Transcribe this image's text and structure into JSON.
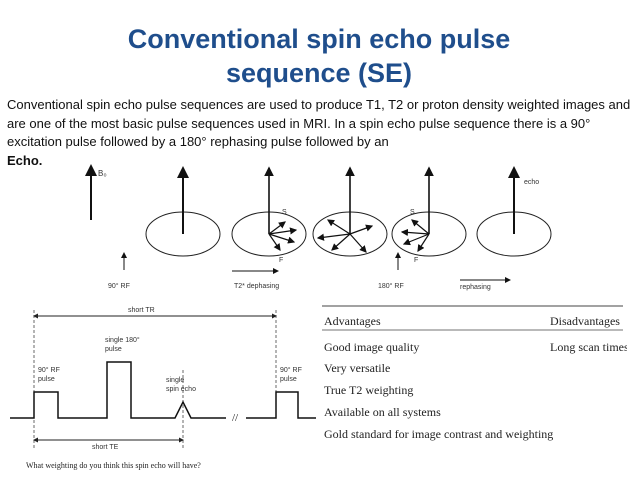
{
  "slide": {
    "title_line1": "Conventional spin echo pulse",
    "title_line2": "sequence (SE)",
    "paragraph": "Conventional spin echo pulse sequences are used to produce T1, T2 or proton density weighted images and are one of the most basic pulse sequences used in MRI. In a spin echo pulse sequence there is a 90° excitation pulse followed by a 180° rephasing pulse followed by an",
    "paragraph_end": "Echo."
  },
  "vector_diagram": {
    "b0": "B₀",
    "rf90": "90° RF",
    "dephasing": "T2* dephasing",
    "rf180": "180° RF",
    "rephasing": "rephasing",
    "echo": "echo",
    "s1": "S",
    "f1": "F",
    "s2": "S",
    "f2": "F"
  },
  "timing_diagram": {
    "short_tr": "short TR",
    "rf90_pulse_left": "90° RF\npulse",
    "rf180_pulse": "single 180°\npulse",
    "spin_echo": "single\nspin echo",
    "rf90_pulse_right": "90° RF\npulse",
    "break_mark": "//",
    "short_te": "short TE",
    "question": "What weighting do you think this spin echo will have?"
  },
  "table": {
    "header_left": "Advantages",
    "header_right": "Disadvantages",
    "rows": [
      {
        "left": "Good image quality",
        "right": "Long scan times"
      },
      {
        "left": "Very versatile",
        "right": ""
      },
      {
        "left": "True T2 weighting",
        "right": ""
      },
      {
        "left": "Available on all systems",
        "right": ""
      },
      {
        "left": "Gold standard for image contrast and weighting",
        "right": ""
      }
    ]
  }
}
